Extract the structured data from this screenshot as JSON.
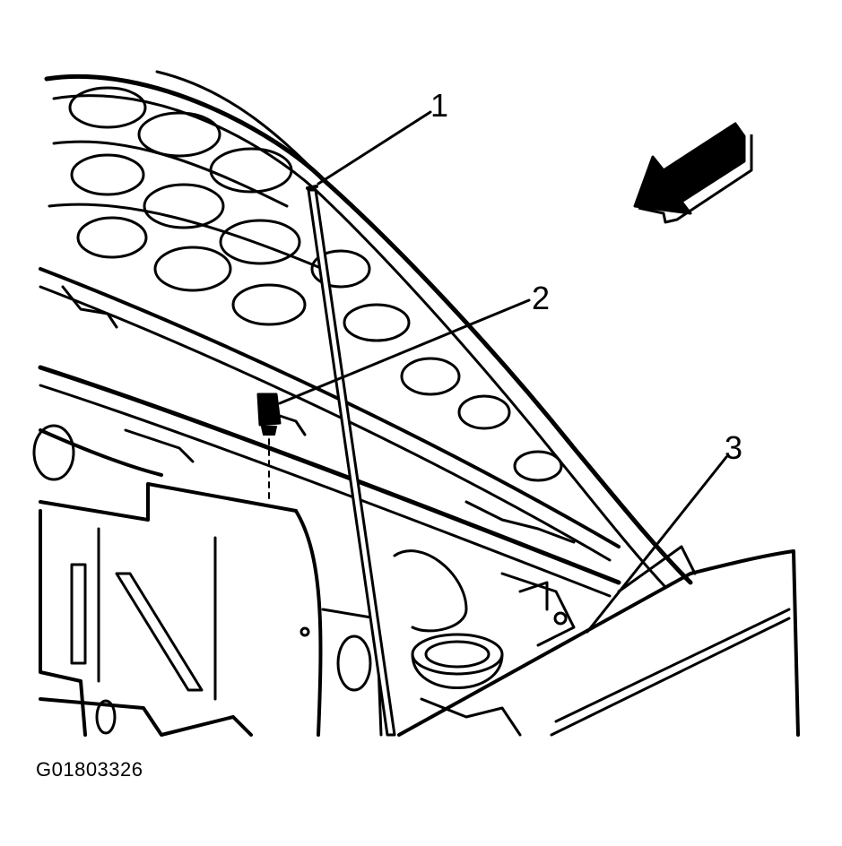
{
  "diagram": {
    "figure_code": "G01803326",
    "callouts": [
      {
        "label": "1"
      },
      {
        "label": "2"
      },
      {
        "label": "3"
      }
    ],
    "colors": {
      "line": "#000000",
      "background": "#ffffff"
    },
    "icons": [
      "direction-arrow-icon"
    ]
  }
}
